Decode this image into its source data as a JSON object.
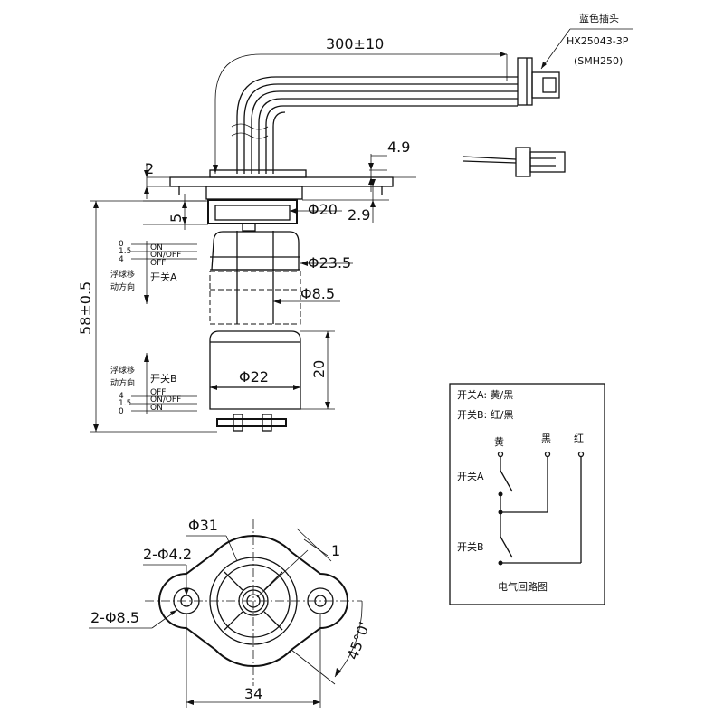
{
  "connector": {
    "label_color": "蓝色插头",
    "model": "HX25043-3P",
    "series": "(SMH250)"
  },
  "dimensions": {
    "cable_length": "300±10",
    "d_top": "4.9",
    "d_2": "2",
    "d_5": "5",
    "d_phi20": "Φ20",
    "d_2_9": "2.9",
    "d_phi23_5": "Φ23.5",
    "d_phi8_5": "Φ8.5",
    "d_total": "58±0.5",
    "d_20": "20",
    "d_phi22": "Φ22",
    "d_phi31": "Φ31",
    "d_holes_small": "2-Φ4.2",
    "d_holes_large": "2-Φ8.5",
    "d_1": "1",
    "d_angle": "45°0'",
    "d_34": "34"
  },
  "switch_a": {
    "scale_0": "0",
    "scale_1_5": "1.5",
    "scale_4": "4",
    "on": "ON",
    "on_off": "ON/OFF",
    "off": "OFF",
    "move_line1": "浮球移",
    "move_line2": "动方向",
    "name": "开关A"
  },
  "switch_b": {
    "scale_0": "0",
    "scale_1_5": "1.5",
    "scale_4": "4",
    "on": "ON",
    "on_off": "ON/OFF",
    "off": "OFF",
    "move_line1": "浮球移",
    "move_line2": "动方向",
    "name": "开关B"
  },
  "circuit": {
    "legend_a": "开关A:  黄/黑",
    "legend_b": "开关B:  红/黑",
    "wire_yellow": "黄",
    "wire_black": "黑",
    "wire_red": "红",
    "sw_a": "开关A",
    "sw_b": "开关B",
    "title": "电气回路图"
  }
}
